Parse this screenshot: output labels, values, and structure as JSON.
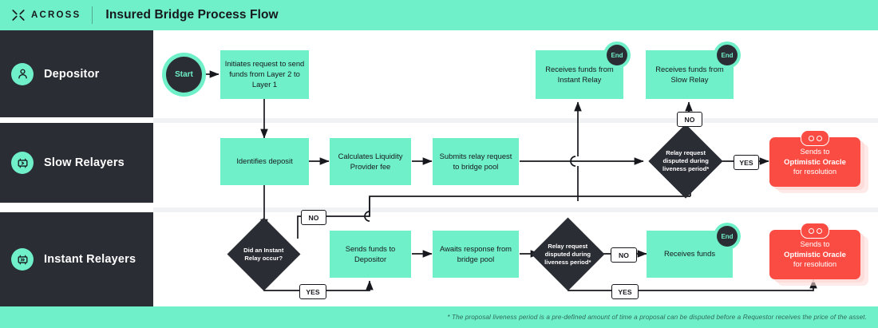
{
  "header": {
    "logo_text": "ACROSS",
    "logo_icon": "across-logo-icon",
    "title": "Insured Bridge Process Flow"
  },
  "lanes": [
    {
      "id": "depositor",
      "label": "Depositor",
      "icon": "user-icon"
    },
    {
      "id": "slow-relayers",
      "label": "Slow Relayers",
      "icon": "relay-icon"
    },
    {
      "id": "instant-relayers",
      "label": "Instant Relayers",
      "icon": "fast-relay-icon"
    }
  ],
  "nodes": {
    "start": "Start",
    "initiates_request": "Initiates request to send funds from Layer 2 to Layer 1",
    "receives_instant": "Receives funds from Instant Relay",
    "receives_slow": "Receives funds from Slow Relay",
    "identifies_deposit": "Identifies deposit",
    "calculates_fee": "Calculates Liquidity Provider fee",
    "submits_relay": "Submits relay request to bridge pool",
    "slow_decision": "Relay request disputed during liveness period*",
    "oracle_slow_line1": "Sends to",
    "oracle_slow_line2": "Optimistic Oracle",
    "oracle_slow_line3": "for resolution",
    "instant_decision": "Did an Instant Relay occur?",
    "sends_funds_depositor": "Sends funds to Depositor",
    "awaits_response": "Awaits response from bridge pool",
    "instant_dispute_decision": "Relay request disputed during liveness period*",
    "receives_funds": "Receives funds",
    "oracle_instant_line1": "Sends to",
    "oracle_instant_line2": "Optimistic Oracle",
    "oracle_instant_line3": "for resolution",
    "end_badge": "End"
  },
  "edge_labels": {
    "no_slow": "NO",
    "yes_slow": "YES",
    "no_instant_top": "NO",
    "yes_instant_bottom": "YES",
    "no_instant_dispute": "NO",
    "yes_instant_dispute": "YES"
  },
  "footnote": "* The proposal liveness period is a pre-defined amount of time a proposal can be disputed before a Requestor receives the price of the asset.",
  "colors": {
    "brand_mint": "#6FF0C8",
    "dark": "#2B2D35",
    "red": "#FB4C43",
    "red_shadow": "#FDD8D6",
    "lane_sep": "#F1F2F3"
  }
}
